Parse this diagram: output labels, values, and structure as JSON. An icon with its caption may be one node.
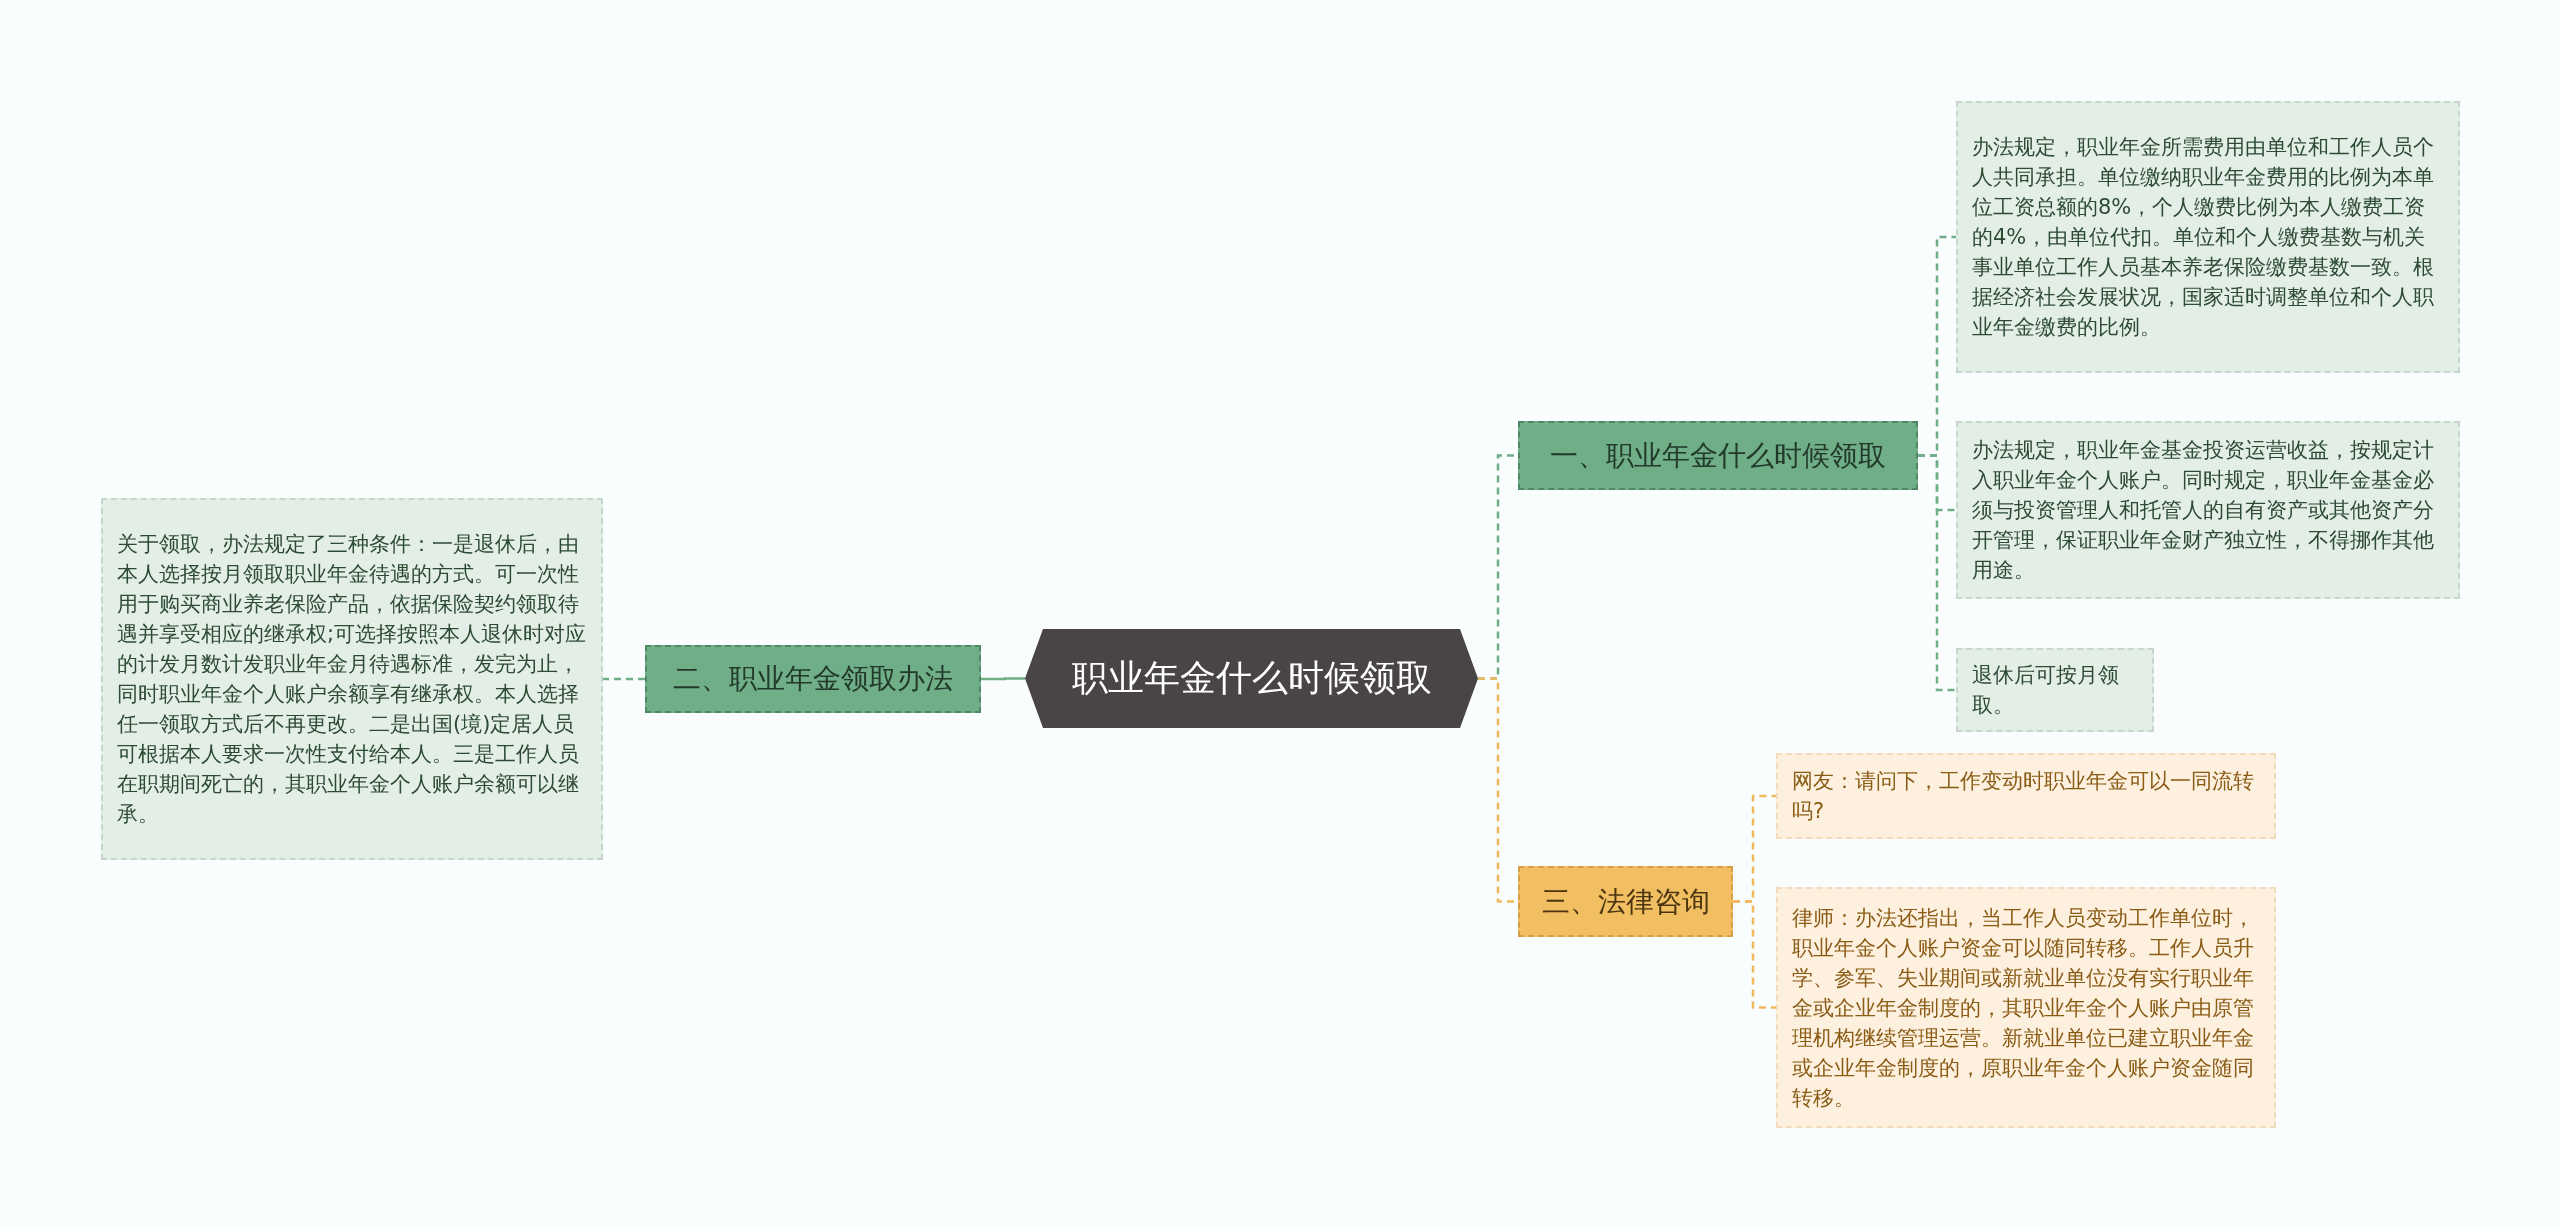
{
  "diagram": {
    "nodes": [
      {
        "text": [
          "职业年金什么时候领取"
        ]
      },
      {
        "text": [
          "一、职业年金什么时候领取"
        ]
      },
      {
        "text": [
          "办法规定，职业年金所需费用由单位和工作人员个人共同承担。单位缴纳职业年金费用的比例为本单位工资总额的8%，个人缴费比例为本人缴费工资的4%，由单位代扣。单位和个人缴费基数与机关事业单位工作人员基本养老保险缴费基数一致。根据经济社会发展状况，国家适时调整单位和个人职业年金缴费的比例。"
        ]
      },
      {
        "text": [
          "办法规定，职业年金基金投资运营收益，按规定计入职业年金个人账户。同时规定，职业年金基金必须与投资管理人和托管人的自有资产或其他资产分开管理，保证职业年金财产独立性，不得挪作其他用途。"
        ]
      },
      {
        "text": [
          "退休后可按月领取。"
        ]
      },
      {
        "text": [
          "二、职业年金领取办法"
        ]
      },
      {
        "text": [
          "关于领取，办法规定了三种条件：一是退休后，由本人选择按月领取职业年金待遇的方式。可一次性用于购买商业养老保险产品，依据保险契约领取待遇并享受相应的继承权;可选择按照本人退休时对应的计发月数计发职业年金月待遇标准，发完为止，同时职业年金个人账户余额享有继承权。本人选择任一领取方式后不再更改。二是出国(境)定居人员可根据本人要求一次性支付给本人。三是工作人员在职期间死亡的，其职业年金个人账户余额可以继承。"
        ]
      },
      {
        "text": [
          "三、法律咨询"
        ]
      },
      {
        "text": [
          "网友：请问下，工作变动时职业年金可以一同流转吗?"
        ]
      },
      {
        "text": [
          "律师：办法还指出，当工作人员变动工作单位时，职业年金个人账户资金可以随同转移。工作人员升学、参军、失业期间或新就业单位没有实行职业年金或企业年金制度的，其职业年金个人账户由原管理机构继续管理运营。新就业单位已建立职业年金或企业年金制度的，原职业年金个人账户资金随同转移。"
        ]
      }
    ],
    "edges": [
      {
        "from": 0,
        "to": 1,
        "arrow": "none",
        "style": "dashed"
      },
      {
        "from": 1,
        "to": 2,
        "arrow": "none",
        "style": "dashed"
      },
      {
        "from": 1,
        "to": 3,
        "arrow": "none",
        "style": "dashed"
      },
      {
        "from": 1,
        "to": 4,
        "arrow": "none",
        "style": "dashed"
      },
      {
        "from": 0,
        "to": 5,
        "arrow": "none"
      },
      {
        "from": 5,
        "to": 6,
        "arrow": "none",
        "style": "dashed"
      },
      {
        "from": 0,
        "to": 7,
        "arrow": "none",
        "style": "dashed",
        "color": "#efb95c"
      },
      {
        "from": 7,
        "to": 8,
        "arrow": "none",
        "style": "dashed",
        "color": "#efb95c"
      },
      {
        "from": 7,
        "to": 9,
        "arrow": "none",
        "style": "dashed",
        "color": "#efb95c"
      }
    ]
  }
}
